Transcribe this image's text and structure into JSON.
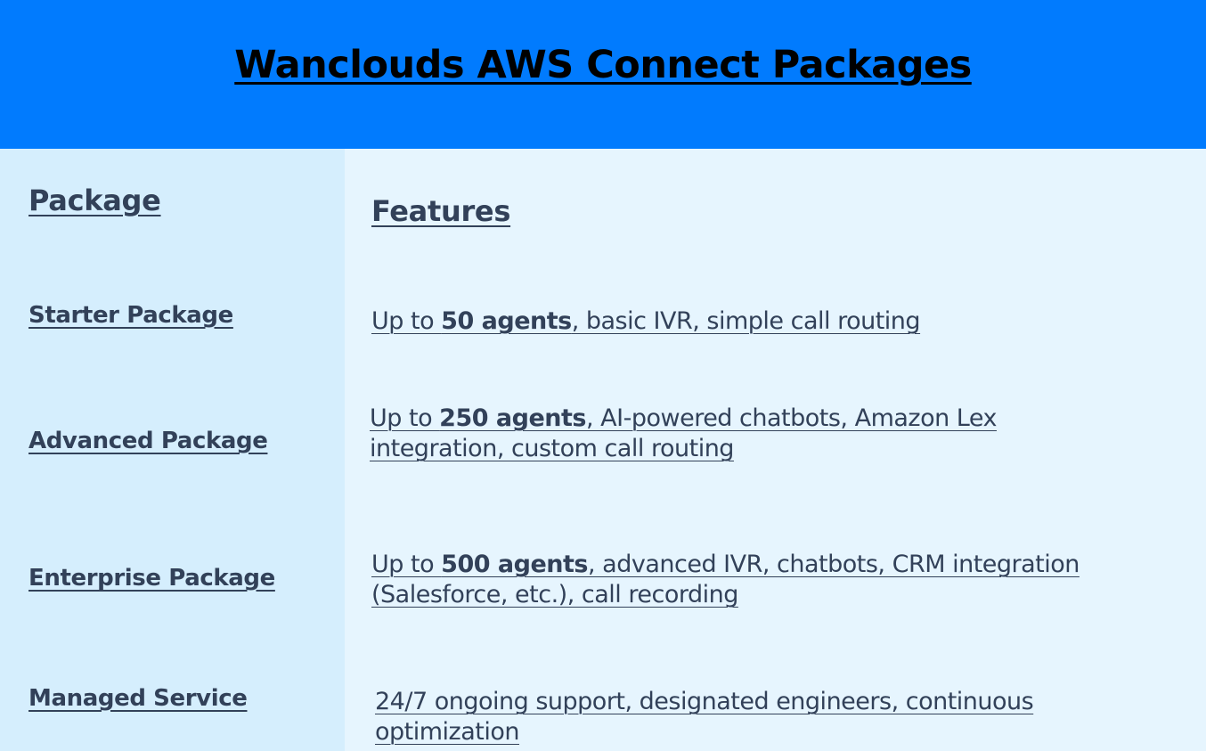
{
  "header": {
    "title": "Wanclouds AWS Connect Packages"
  },
  "table": {
    "headers": {
      "package": "Package",
      "features": "Features"
    },
    "rows": [
      {
        "package": "Starter Package",
        "features_pre": "Up to ",
        "features_bold": "50 agents",
        "features_post": ", basic IVR, simple call routing"
      },
      {
        "package": "Advanced Package",
        "features_pre": "Up to ",
        "features_bold": "250 agents",
        "features_post": ", AI-powered chatbots, Amazon Lex integration, custom call routing"
      },
      {
        "package": "Enterprise Package",
        "features_pre": "Up to ",
        "features_bold": "500 agents",
        "features_post": ", advanced IVR, chatbots, CRM integration (Salesforce, etc.), call recording"
      },
      {
        "package": "Managed Service",
        "features_pre": "",
        "features_bold": "",
        "features_post": "24/7 ongoing support, designated engineers, continuous optimization"
      }
    ]
  },
  "colors": {
    "header_bg": "#017bfe",
    "left_col_bg": "#d5eefd",
    "right_col_bg": "#e6f5fe",
    "text": "#324159"
  }
}
